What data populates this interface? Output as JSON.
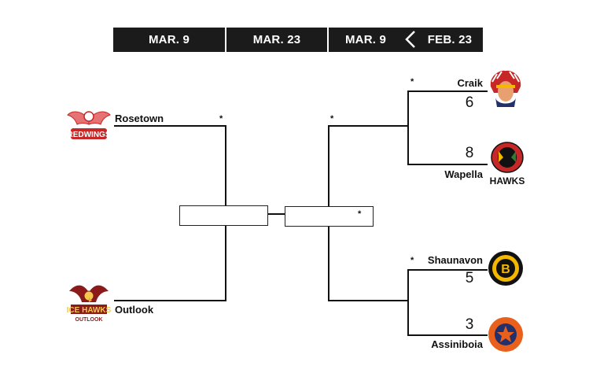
{
  "header": {
    "rounds": [
      {
        "label": "MAR. 9"
      },
      {
        "label": "MAR. 23"
      },
      {
        "label": "MAR. 9"
      },
      {
        "label": "FEB. 23"
      }
    ]
  },
  "left_bracket": {
    "top_team": {
      "name": "Rosetown",
      "logo": "redwings-logo",
      "logo_text": "REDWINGS",
      "star": "*"
    },
    "bottom_team": {
      "name": "Outlook",
      "logo": "icehawks-logo",
      "logo_text": "ICE HAWKS",
      "logo_subtext": "OUTLOOK"
    }
  },
  "right_bracket": {
    "semi_top_star": "*",
    "final_star": "*",
    "matchup_1": {
      "star": "*",
      "team_a": {
        "name": "Craik",
        "score": "6",
        "logo": "indian-head-logo"
      },
      "team_b": {
        "name": "Wapella",
        "score": "8",
        "logo": "blackhawks-logo",
        "logo_text": "HAWKS"
      }
    },
    "matchup_2": {
      "star": "*",
      "team_a": {
        "name": "Shaunavon",
        "score": "5",
        "logo": "bruins-logo"
      },
      "team_b": {
        "name": "Assiniboia",
        "score": "3",
        "logo": "assiniboia-logo"
      }
    }
  },
  "colors": {
    "header_bg": "#1b1b1b",
    "redwings_red": "#c62828",
    "icehawks_maroon": "#8b1a1a",
    "bruins_gold": "#f5b800",
    "assiniboia_orange": "#e8601c",
    "assiniboia_navy": "#23306b"
  }
}
